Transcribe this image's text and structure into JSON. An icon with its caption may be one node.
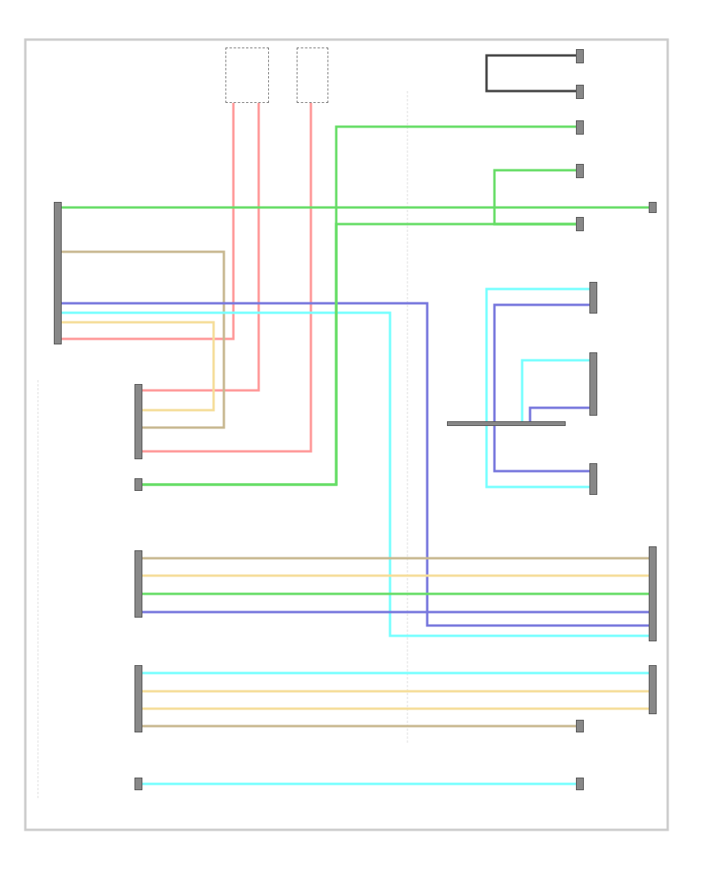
{
  "diagram": {
    "nodes": [
      {
        "text": [],
        "shape": "box"
      },
      {
        "text": [],
        "shape": "box"
      },
      {
        "text": [],
        "shape": "bar"
      },
      {
        "text": [],
        "shape": "bar"
      },
      {
        "text": [],
        "shape": "bar"
      },
      {
        "text": [],
        "shape": "bar"
      },
      {
        "text": [],
        "shape": "bar"
      },
      {
        "text": [],
        "shape": "bar"
      },
      {
        "text": [],
        "shape": "bar"
      },
      {
        "text": [],
        "shape": "bar"
      },
      {
        "text": [],
        "shape": "bar"
      },
      {
        "text": [],
        "shape": "bar"
      },
      {
        "text": [],
        "shape": "bar"
      },
      {
        "text": [],
        "shape": "bar"
      },
      {
        "text": [],
        "shape": "bar"
      },
      {
        "text": [],
        "shape": "bar"
      },
      {
        "text": [],
        "shape": "bar"
      },
      {
        "text": [],
        "shape": "bar"
      },
      {
        "text": [],
        "shape": "bar"
      },
      {
        "text": [],
        "shape": "bar"
      },
      {
        "text": [],
        "shape": "bar"
      },
      {
        "text": [],
        "shape": "bar"
      }
    ],
    "edges": [
      {
        "from": 0,
        "to": 2,
        "arrow": "none",
        "color": "#ff9999"
      },
      {
        "from": 0,
        "to": 12,
        "arrow": "none",
        "color": "#ff9999"
      },
      {
        "from": 1,
        "to": 12,
        "arrow": "none",
        "color": "#ff9999"
      },
      {
        "from": 2,
        "to": 21,
        "arrow": "none",
        "color": "#66dd66"
      },
      {
        "from": 2,
        "to": 12,
        "arrow": "none",
        "color": "#c8b890"
      },
      {
        "from": 2,
        "to": 12,
        "arrow": "none",
        "color": "#f5dd99"
      },
      {
        "from": 2,
        "to": 15,
        "arrow": "none",
        "color": "#7777dd"
      },
      {
        "from": 2,
        "to": 15,
        "arrow": "none",
        "color": "#77ffff"
      },
      {
        "from": 13,
        "to": 5,
        "arrow": "none",
        "color": "#66dd66"
      },
      {
        "from": 13,
        "to": 7,
        "arrow": "none",
        "color": "#66dd66"
      },
      {
        "from": 7,
        "to": 6,
        "arrow": "none",
        "color": "#66dd66"
      },
      {
        "from": 3,
        "to": 4,
        "arrow": "none",
        "color": "#444444"
      },
      {
        "from": 9,
        "to": 8,
        "arrow": "none",
        "color": "#77ffff"
      },
      {
        "from": 9,
        "to": 8,
        "arrow": "none",
        "color": "#7777dd"
      },
      {
        "from": 9,
        "to": 10,
        "arrow": "none",
        "color": "#77ffff"
      },
      {
        "from": 9,
        "to": 10,
        "arrow": "none",
        "color": "#7777dd"
      },
      {
        "from": 9,
        "to": 11,
        "arrow": "none",
        "color": "#7777dd"
      },
      {
        "from": 9,
        "to": 11,
        "arrow": "none",
        "color": "#77ffff"
      },
      {
        "from": 14,
        "to": 15,
        "arrow": "none",
        "color": "#c8b890"
      },
      {
        "from": 14,
        "to": 15,
        "arrow": "none",
        "color": "#f5dd99"
      },
      {
        "from": 14,
        "to": 15,
        "arrow": "none",
        "color": "#66dd66"
      },
      {
        "from": 14,
        "to": 15,
        "arrow": "none",
        "color": "#7777dd"
      },
      {
        "from": 16,
        "to": 17,
        "arrow": "none",
        "color": "#77ffff"
      },
      {
        "from": 16,
        "to": 17,
        "arrow": "none",
        "color": "#f5dd99"
      },
      {
        "from": 16,
        "to": 17,
        "arrow": "none",
        "color": "#f5dd99"
      },
      {
        "from": 16,
        "to": 18,
        "arrow": "none",
        "color": "#c8b890"
      },
      {
        "from": 19,
        "to": 20,
        "arrow": "none",
        "color": "#77ffff"
      }
    ]
  }
}
